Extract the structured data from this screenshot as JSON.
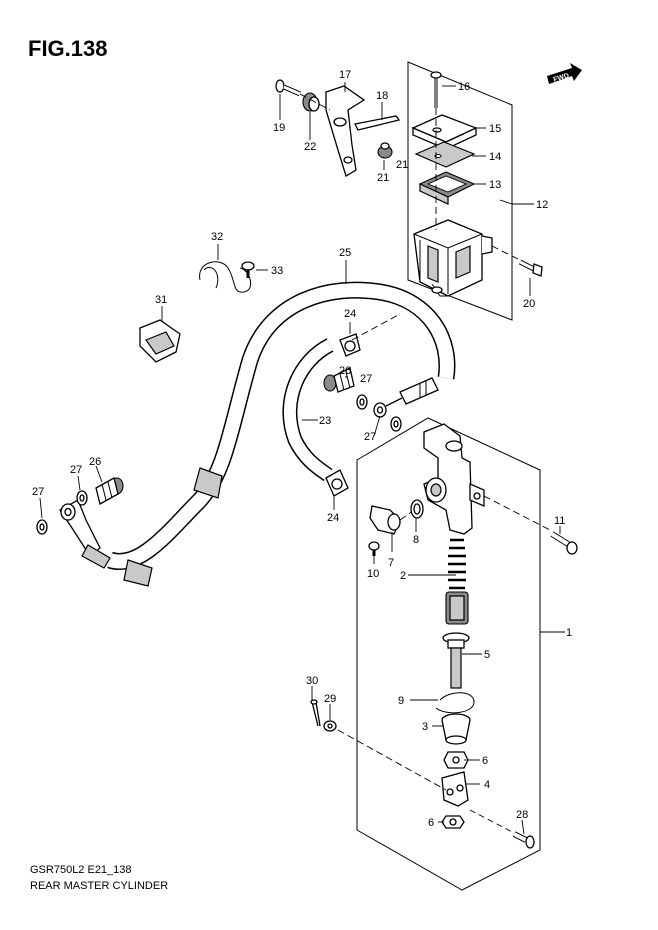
{
  "figure": {
    "title": "FIG.138",
    "code": "GSR750L2 E21_138",
    "caption": "REAR MASTER CYLINDER",
    "fwd_label": "FWD"
  },
  "callouts": [
    {
      "key": "c1",
      "text": "1"
    },
    {
      "key": "c2",
      "text": "2"
    },
    {
      "key": "c3",
      "text": "3"
    },
    {
      "key": "c4",
      "text": "4"
    },
    {
      "key": "c5",
      "text": "5"
    },
    {
      "key": "c6a",
      "text": "6"
    },
    {
      "key": "c6b",
      "text": "6"
    },
    {
      "key": "c7",
      "text": "7"
    },
    {
      "key": "c8",
      "text": "8"
    },
    {
      "key": "c9",
      "text": "9"
    },
    {
      "key": "c10",
      "text": "10"
    },
    {
      "key": "c11",
      "text": "11"
    },
    {
      "key": "c12",
      "text": "12"
    },
    {
      "key": "c13",
      "text": "13"
    },
    {
      "key": "c14",
      "text": "14"
    },
    {
      "key": "c15",
      "text": "15"
    },
    {
      "key": "c16",
      "text": "16"
    },
    {
      "key": "c17",
      "text": "17"
    },
    {
      "key": "c18",
      "text": "18"
    },
    {
      "key": "c19",
      "text": "19"
    },
    {
      "key": "c20",
      "text": "20"
    },
    {
      "key": "c21a",
      "text": "21"
    },
    {
      "key": "c21b",
      "text": "21"
    },
    {
      "key": "c22",
      "text": "22"
    },
    {
      "key": "c23",
      "text": "23"
    },
    {
      "key": "c24a",
      "text": "24"
    },
    {
      "key": "c24b",
      "text": "24"
    },
    {
      "key": "c25",
      "text": "25"
    },
    {
      "key": "c26a",
      "text": "26"
    },
    {
      "key": "c26b",
      "text": "26"
    },
    {
      "key": "c27a",
      "text": "27"
    },
    {
      "key": "c27b",
      "text": "27"
    },
    {
      "key": "c27c",
      "text": "27"
    },
    {
      "key": "c27d",
      "text": "27"
    },
    {
      "key": "c28",
      "text": "28"
    },
    {
      "key": "c29",
      "text": "29"
    },
    {
      "key": "c30",
      "text": "30"
    },
    {
      "key": "c31",
      "text": "31"
    },
    {
      "key": "c32",
      "text": "32"
    },
    {
      "key": "c33",
      "text": "33"
    }
  ]
}
